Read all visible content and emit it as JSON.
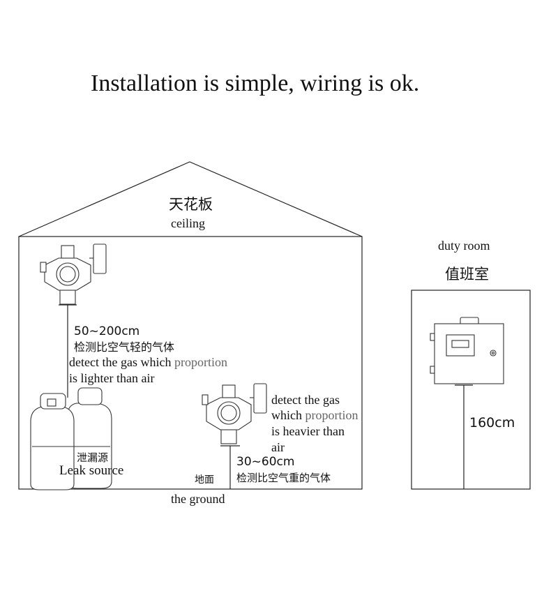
{
  "title": "Installation is simple, wiring is ok.",
  "house": {
    "ceiling_cn": "天花板",
    "ceiling_en": "ceiling",
    "ground_cn": "地面",
    "ground_en": "the ground"
  },
  "light_gas": {
    "height": "50~200cm",
    "desc_cn": "检测比空气轻的气体",
    "desc_en_1": "detect the gas which ",
    "desc_en_1b": "proportion",
    "desc_en_2": "is lighter than air"
  },
  "leak": {
    "label_cn": "泄漏源",
    "label_en": "Leak source"
  },
  "heavy_gas": {
    "desc_en_1": "detect the gas",
    "desc_en_2a": "which ",
    "desc_en_2b": "proportion",
    "desc_en_3": "is heavier than",
    "desc_en_4": "air",
    "height": "30~60cm",
    "desc_cn": "检测比空气重的气体"
  },
  "duty_room": {
    "label_en": "duty room",
    "label_cn": "值班室",
    "height": "160cm"
  }
}
